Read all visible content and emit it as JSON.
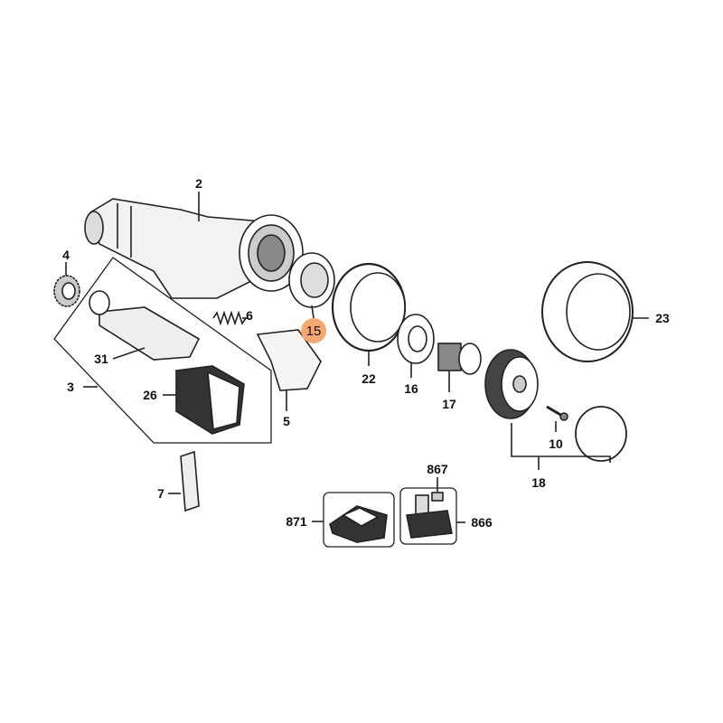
{
  "diagram": {
    "highlight_color": "#F5A86F",
    "callouts": [
      {
        "id": "2",
        "label": "2"
      },
      {
        "id": "4",
        "label": "4"
      },
      {
        "id": "6",
        "label": "6"
      },
      {
        "id": "15",
        "label": "15",
        "highlighted": true
      },
      {
        "id": "31",
        "label": "31"
      },
      {
        "id": "3",
        "label": "3"
      },
      {
        "id": "26",
        "label": "26"
      },
      {
        "id": "5",
        "label": "5"
      },
      {
        "id": "22",
        "label": "22"
      },
      {
        "id": "16",
        "label": "16"
      },
      {
        "id": "17",
        "label": "17"
      },
      {
        "id": "23",
        "label": "23"
      },
      {
        "id": "10",
        "label": "10"
      },
      {
        "id": "18",
        "label": "18"
      },
      {
        "id": "7",
        "label": "7"
      },
      {
        "id": "867",
        "label": "867"
      },
      {
        "id": "871",
        "label": "871"
      },
      {
        "id": "866",
        "label": "866"
      }
    ]
  }
}
